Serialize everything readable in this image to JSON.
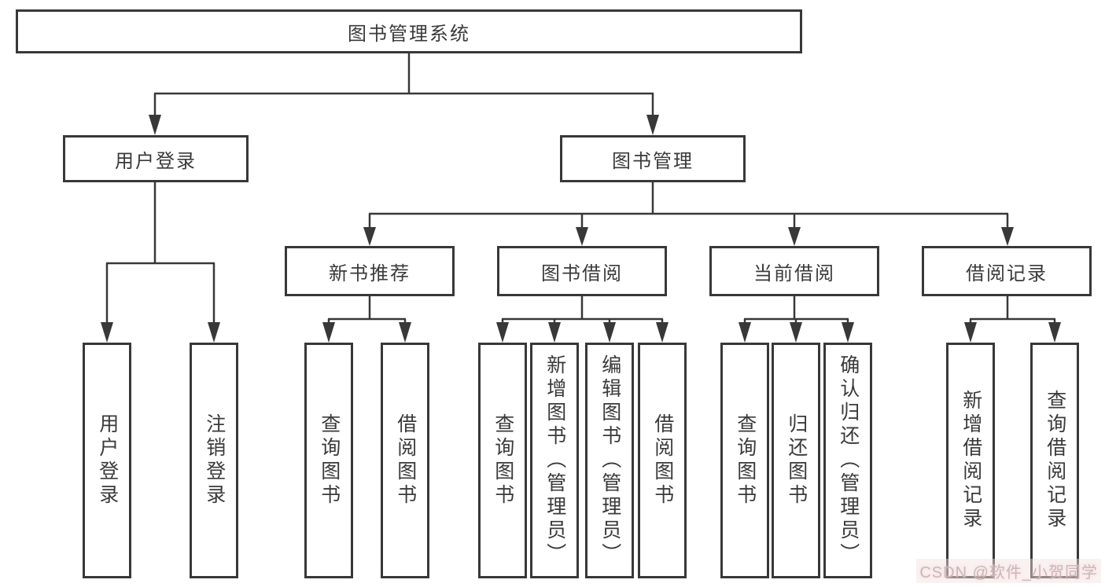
{
  "diagram": {
    "type": "hierarchy-tree",
    "colors": {
      "line": "#383838",
      "text": "#3a3a3a",
      "background": "#ffffff",
      "watermark": "#c5b9b9"
    },
    "root": {
      "label": "图书管理系统"
    },
    "level2": [
      {
        "label": "用户登录",
        "parent": "图书管理系统"
      },
      {
        "label": "图书管理",
        "parent": "图书管理系统"
      }
    ],
    "level3": [
      {
        "label": "新书推荐",
        "parent": "图书管理"
      },
      {
        "label": "图书借阅",
        "parent": "图书管理"
      },
      {
        "label": "当前借阅",
        "parent": "图书管理"
      },
      {
        "label": "借阅记录",
        "parent": "图书管理"
      }
    ],
    "leaves": [
      {
        "label": "用户登录",
        "parent": "用户登录"
      },
      {
        "label": "注销登录",
        "parent": "用户登录"
      },
      {
        "label": "查询图书",
        "parent": "新书推荐"
      },
      {
        "label": "借阅图书",
        "parent": "新书推荐"
      },
      {
        "label": "查询图书",
        "parent": "图书借阅"
      },
      {
        "label": "新增图书（管理员）",
        "parent": "图书借阅"
      },
      {
        "label": "编辑图书（管理员）",
        "parent": "图书借阅"
      },
      {
        "label": "借阅图书",
        "parent": "图书借阅"
      },
      {
        "label": "查询图书",
        "parent": "当前借阅"
      },
      {
        "label": "归还图书",
        "parent": "当前借阅"
      },
      {
        "label": "确认归还（管理员）",
        "parent": "当前借阅"
      },
      {
        "label": "新增借阅记录",
        "parent": "借阅记录"
      },
      {
        "label": "查询借阅记录",
        "parent": "借阅记录"
      }
    ],
    "watermark": "CSDN @软件_小贺同学"
  }
}
